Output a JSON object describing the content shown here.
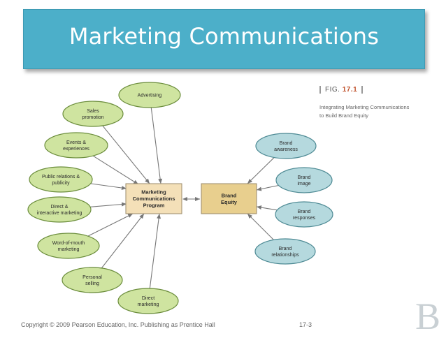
{
  "slide": {
    "title": "Marketing Communications",
    "footer": "Copyright © 2009 Pearson Education, Inc.  Publishing as Prentice Hall",
    "page_number": "17-3",
    "watermark": "B"
  },
  "figure": {
    "label_prefix": "FIG.",
    "label_number": "17.1",
    "caption_line1": "Integrating Marketing Communications",
    "caption_line2": "to Build Brand Equity"
  },
  "diagram": {
    "center_left": [
      "Marketing",
      "Communications",
      "Program"
    ],
    "center_right": [
      "Brand",
      "Equity"
    ],
    "inputs": [
      [
        "Advertising"
      ],
      [
        "Sales",
        "promotion"
      ],
      [
        "Events &",
        "experiences"
      ],
      [
        "Public relations &",
        "publicity"
      ],
      [
        "Direct &",
        "interactive marketing"
      ],
      [
        "Word-of-mouth",
        "marketing"
      ],
      [
        "Personal",
        "selling"
      ],
      [
        "Direct",
        "marketing"
      ]
    ],
    "outputs": [
      [
        "Brand",
        "awareness"
      ],
      [
        "Brand",
        "image"
      ],
      [
        "Brand",
        "responses"
      ],
      [
        "Brand",
        "relationships"
      ]
    ],
    "colors": {
      "input_fill": "#cfe4a0",
      "output_fill": "#b5d9de",
      "center_fill": "#f4e0b8",
      "brand_fill": "#e8cf8e"
    }
  }
}
